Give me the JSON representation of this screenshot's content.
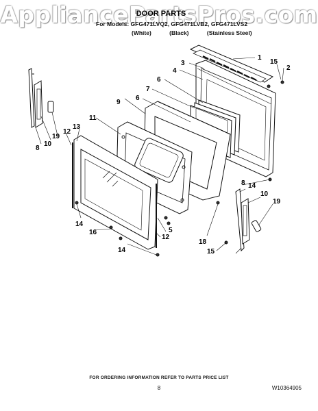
{
  "watermark": "AppliancePartsPros.com",
  "header": {
    "title": "DOOR PARTS",
    "models_line": "For Models: GFG471LVQ2, GFG471LVB2, GFG471LVS2",
    "variants": [
      "(White)",
      "(Black)",
      "(Stainless Steel)"
    ]
  },
  "callouts": [
    "1",
    "2",
    "3",
    "4",
    "5",
    "6",
    "6",
    "7",
    "8",
    "8",
    "9",
    "10",
    "10",
    "11",
    "12",
    "12",
    "13",
    "14",
    "14",
    "14",
    "15",
    "15",
    "16",
    "18",
    "19",
    "19"
  ],
  "footer": {
    "ordering_note": "FOR ORDERING INFORMATION REFER TO PARTS PRICE LIST",
    "page_number": "8",
    "document_number": "W10364905"
  }
}
